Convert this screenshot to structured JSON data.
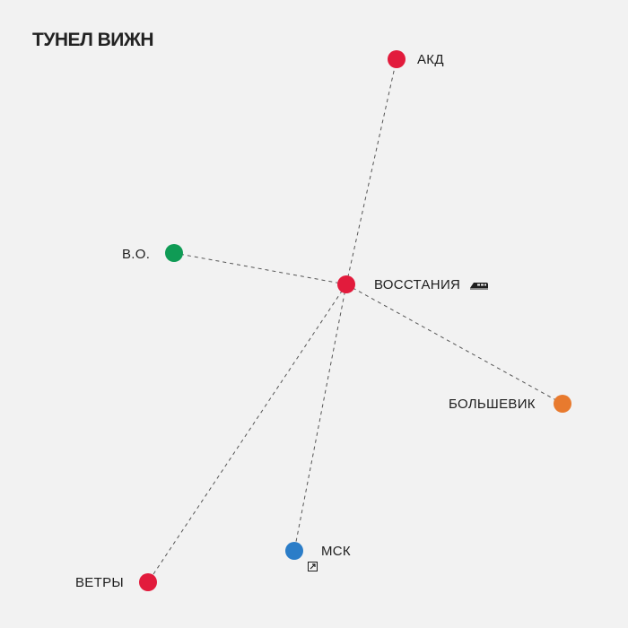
{
  "title": "ТУНЕЛ ВИЖН",
  "colors": {
    "red": "#e21b3c",
    "green": "#0f9b55",
    "orange": "#e87a2e",
    "blue": "#2b7dc8",
    "line": "#555555",
    "background": "#f2f2f2"
  },
  "stations": [
    {
      "id": "akd",
      "label": "АКД",
      "color": "red"
    },
    {
      "id": "vo",
      "label": "В.О.",
      "color": "green"
    },
    {
      "id": "vosstania",
      "label": "ВОССТАНИЯ",
      "color": "red",
      "icon": "train-icon"
    },
    {
      "id": "bolshevik",
      "label": "БОЛЬШЕВИК",
      "color": "orange"
    },
    {
      "id": "msk",
      "label": "МСК",
      "color": "blue",
      "icon": "airplane-icon"
    },
    {
      "id": "vetry",
      "label": "ВЕТРЫ",
      "color": "red"
    }
  ],
  "connections": [
    {
      "from": "vosstania",
      "to": "akd"
    },
    {
      "from": "vosstania",
      "to": "vo"
    },
    {
      "from": "vosstania",
      "to": "bolshevik"
    },
    {
      "from": "vosstania",
      "to": "msk"
    },
    {
      "from": "vosstania",
      "to": "vetry"
    }
  ]
}
